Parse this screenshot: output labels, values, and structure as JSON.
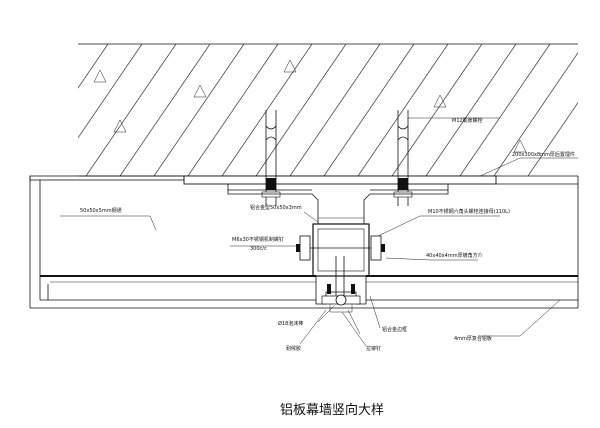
{
  "caption": "铝板幕墙竖向大样",
  "labels": {
    "bolt_m12": "M12膨胀螺栓",
    "embed_plate": "200x300x8mm厚后置埋件",
    "steel_channel": "50x50x5mm钢通",
    "alu_code": "铝合金型50x50x3mm",
    "bolt_m10": "M10不锈钢六角头螺栓连接母(110L)",
    "screw_m6": "M6x30不锈钢机制螺钉",
    "screw_pitch": "300c/c",
    "angle": "40x40x4mm厚镀角方介",
    "foam_rod": "Ø18泡沫棒",
    "alu_edge": "铝合金边框",
    "composite_panel": "4mm厚复合铝板",
    "sealant": "耐候胶",
    "rivet": "拉铆钉"
  }
}
